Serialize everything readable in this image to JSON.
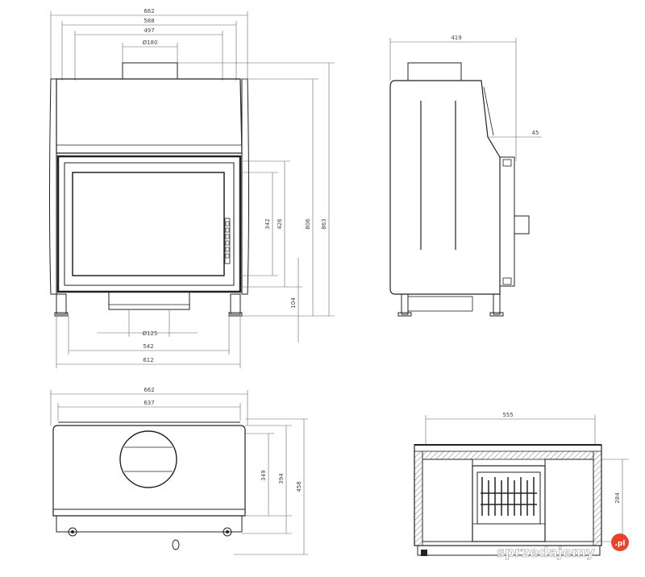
{
  "front_view": {
    "width_overall": "662",
    "width_body": "588",
    "width_inner": "497",
    "flue_diameter": "Ø180",
    "glass_height": "342",
    "opening_height": "426",
    "body_height": "806",
    "total_height": "863",
    "foot_height": "104",
    "air_inlet_diameter": "Ø125",
    "base_width": "542",
    "feet_width": "612"
  },
  "side_view": {
    "depth": "419",
    "door_offset": "45"
  },
  "top_view": {
    "width_overall": "662",
    "width_body": "637",
    "depth_body": "349",
    "depth_frame": "394",
    "depth_total": "458"
  },
  "section_view": {
    "width": "555",
    "height": "284"
  },
  "watermark": {
    "text": "sprzedajemy",
    "suffix": ".pl",
    "badge_color": "#e8442e"
  },
  "colors": {
    "line": "#222222",
    "dimension": "#666666"
  }
}
